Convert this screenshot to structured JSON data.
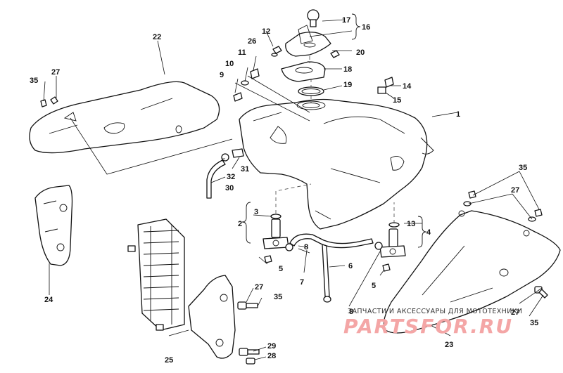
{
  "callouts": [
    "1",
    "2",
    "3",
    "4",
    "5",
    "5",
    "6",
    "7",
    "8",
    "8",
    "9",
    "10",
    "11",
    "12",
    "13",
    "14",
    "15",
    "16",
    "17",
    "18",
    "19",
    "20",
    "22",
    "23",
    "24",
    "25",
    "26",
    "27",
    "27",
    "27",
    "27",
    "28",
    "29",
    "30",
    "31",
    "32",
    "35",
    "35",
    "35",
    "35"
  ],
  "watermark": {
    "caption": "ЗАПЧАСТИ И АКСЕССУАРЫ ДЛЯ МОТОТЕХНИКИ",
    "logo": "PARTSFOR.RU"
  }
}
